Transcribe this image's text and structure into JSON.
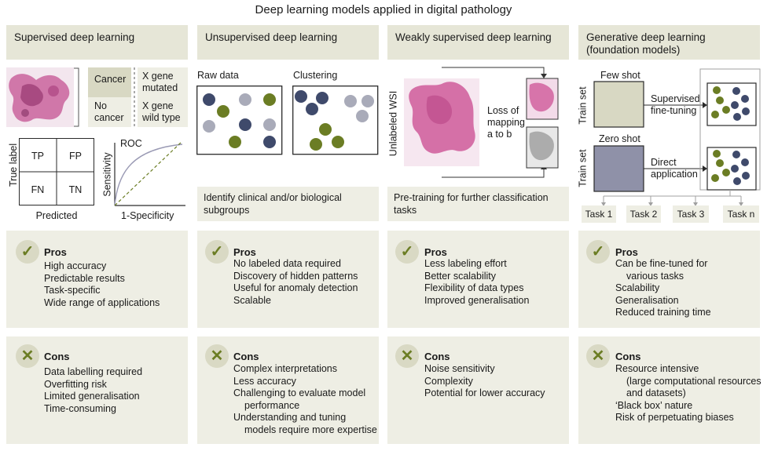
{
  "title": "Deep learning models applied in digital pathology",
  "columns": {
    "supervised": {
      "header": "Supervised deep learning",
      "labels": {
        "cancer": "Cancer",
        "no_cancer_1": "No",
        "no_cancer_2": "cancer",
        "xgene_mut_1": "X gene",
        "xgene_mut_2": "mutated",
        "xgene_wt_1": "X gene",
        "xgene_wt_2": "wild type"
      },
      "confusion": {
        "true_label": "True label",
        "predicted": "Predicted",
        "tp": "TP",
        "fp": "FP",
        "fn": "FN",
        "tn": "TN"
      },
      "roc": {
        "title": "ROC",
        "ylabel": "Sensitivity",
        "xlabel": "1-Specificity"
      },
      "pros": [
        "High accuracy",
        "Predictable results",
        "Task-specific",
        "Wide range of applications"
      ],
      "cons": [
        "Data labelling required",
        "Overfitting risk",
        "Limited generalisation",
        "Time-consuming"
      ]
    },
    "unsupervised": {
      "header": "Unsupervised deep learning",
      "raw_data": "Raw data",
      "clustering": "Clustering",
      "description": "Identify clinical and/or biological subgroups",
      "pros": [
        "No labeled data required",
        "Discovery of hidden patterns",
        "Useful for anomaly detection",
        "Scalable"
      ],
      "cons": [
        "Complex interpretations",
        "Less accuracy",
        "Challenging to evaluate model",
        "performance",
        "Understanding and tuning",
        "models require more expertise"
      ]
    },
    "weakly": {
      "header": "Weakly supervised deep learning",
      "wsi_label": "Unlabeled WSI",
      "loss_1": "Loss of",
      "loss_2": "mapping",
      "loss_3": "a to b",
      "description": "Pre-training for further classification tasks",
      "pros": [
        "Less labeling effort",
        "Better scalability",
        "Flexibility of data types",
        "Improved generalisation"
      ],
      "cons": [
        "Noise sensitivity",
        "Complexity",
        "Potential for lower accuracy"
      ]
    },
    "generative": {
      "header_1": "Generative deep learning",
      "header_2": "(foundation models)",
      "few_shot": "Few shot",
      "zero_shot": "Zero shot",
      "train_set": "Train set",
      "supervised_1": "Supervised",
      "supervised_2": "fine-tuning",
      "direct_1": "Direct",
      "direct_2": "application",
      "tasks": [
        "Task 1",
        "Task 2",
        "Task 3",
        "Task n"
      ],
      "pros": [
        "Can be fine-tuned for",
        "various tasks",
        "Scalability",
        "Generalisation",
        "Reduced training time"
      ],
      "cons": [
        "Resource intensive",
        "(large computational resources",
        "and datasets)",
        "‘Black box’ nature",
        "Risk of perpetuating biases"
      ]
    }
  },
  "pros_label": "Pros",
  "cons_label": "Cons",
  "icons": {
    "pros": "check-icon",
    "cons": "cross-icon"
  },
  "colors": {
    "header_bg": "#e6e6d7",
    "panel_bg": "#eeeee4",
    "navy_dot": "#3f4a6b",
    "olive_dot": "#6b7d24",
    "grey_dot": "#a9abb9",
    "pink_tissue": "#cf5a9a"
  }
}
